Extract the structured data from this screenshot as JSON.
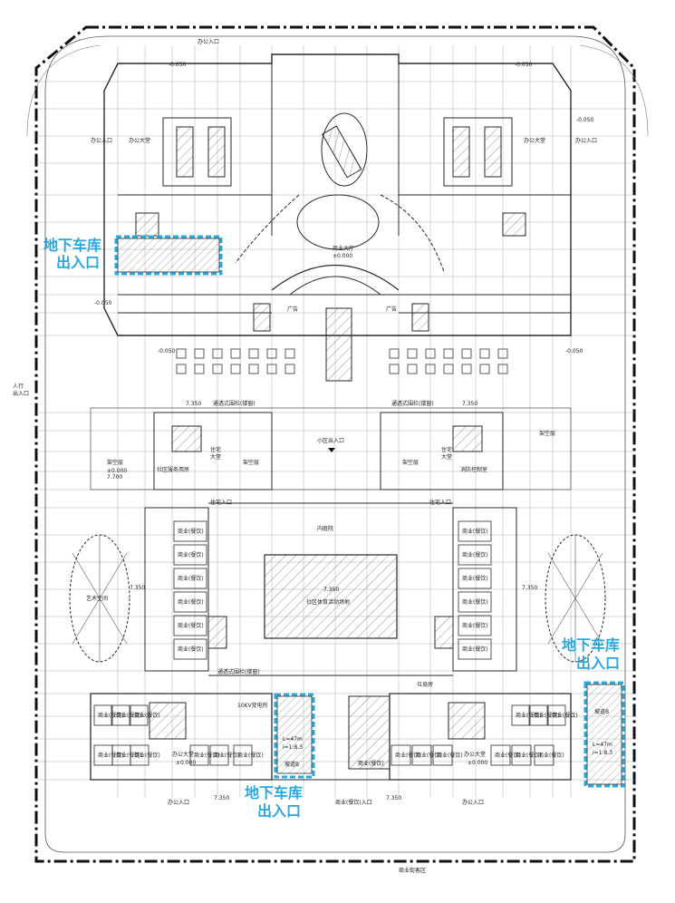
{
  "colors": {
    "line": "#2a2a2a",
    "grid": "#9a9a9a",
    "accent": "#29a8e0",
    "hatch": "#555555"
  },
  "top": {
    "office_entrance": "办公入口",
    "level_minus_left": "-0.050",
    "level_minus_right": "-0.050",
    "level_minus_mid_left": "-0.050",
    "level_minus_mid_right": "-0.050",
    "level_minus_bottom_left": "-0.050",
    "level_minus_bottom_right": "-0.050",
    "commercial_hall": "商业大厅",
    "commercial_level": "±0.000",
    "vehicle_entrance_left": "办公入口",
    "vehicle_entrance_right": "办公入口",
    "office_lobby_left": "办公大堂",
    "office_lobby_right": "办公大堂",
    "ad_left": "广告",
    "ad_right": "广告"
  },
  "mid": {
    "pedestrian_exit": [
      "人行",
      "出入口"
    ],
    "corridor_left": "通透式围栏(镂窗)",
    "corridor_right": "通透式围栏(镂窗)",
    "level_left": "7.350",
    "level_right": "7.350",
    "district_entrance": "小区出入口",
    "elevated_left": "架空层",
    "elevated_mid_left": "架空层",
    "elevated_mid_right": "架空层",
    "elevated_right": "架空层",
    "residential_lobby_left": [
      "住宅",
      "大堂"
    ],
    "residential_lobby_right": [
      "住宅",
      "大堂"
    ],
    "community_service": "社区服务用房",
    "fire_control": "消防控制室",
    "residential_entrance_left": "住宅入口",
    "residential_entrance_right": "住宅入口",
    "inner_courtyard": "内庭院",
    "sports_area": "社区体育活动场地",
    "sports_level": "7.350",
    "art_area": "艺术空间",
    "level_art_left": "7.350",
    "level_art_right": "7.350",
    "level_plus": "±0.000",
    "level_plus_2": "7.700",
    "shop": "商业(餐饮)",
    "corridor_bottom": "通透式围栏(镂窗)"
  },
  "bottom": {
    "substation": "10KV变电所",
    "office_lobby_left": "办公大堂",
    "office_lobby_right": "办公大堂",
    "office_level_left": "±0.000",
    "office_level_right": "±0.000",
    "ramp_left": "坡道B",
    "ramp_right": "坡道B",
    "ramp_length": "L=47m",
    "ramp_slope": "i=1:8.3",
    "office_entrance_left": "办公入口",
    "office_entrance_right": "办公入口",
    "level_left": "7.350",
    "level_right": "7.350",
    "commercial_entrance": "商业(餐饮)入口",
    "street": "商业街客区",
    "garbage_room": "垃圾房"
  },
  "callouts": {
    "garage_left": [
      "地下车库",
      "出入口"
    ],
    "garage_right": [
      "地下车库",
      "出入口"
    ],
    "garage_bottom": [
      "地下车库",
      "出入口"
    ]
  },
  "shop_cells": {
    "label": "商业(餐饮)",
    "count_left": 6,
    "count_right": 6
  }
}
